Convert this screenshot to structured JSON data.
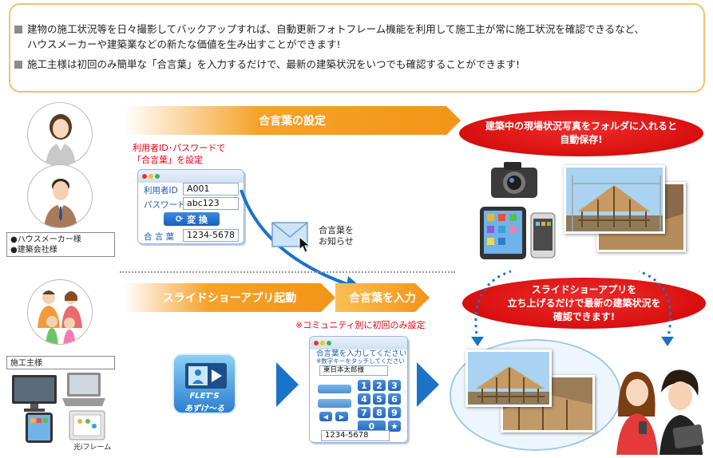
{
  "info": {
    "line1": "建物の施工状況等を日々撮影してバックアップすれば、自動更新フォトフレーム機能を利用して施工主が常に施工状況を確認できるなど、",
    "line2": "ハウスメーカーや建築業などの新たな価値を生み出すことができます!",
    "line3": "施工主様は初回のみ簡単な「合言葉」を入力するだけで、最新の建築状況をいつでも確認することができます!"
  },
  "top_flow": {
    "banner": "合言葉の設定",
    "setup_note_1": "利用者ID･パスワードで",
    "setup_note_2": "「合言葉」を設定",
    "login_panel": {
      "user_id_label": "利用者ID",
      "user_id_value": "A001",
      "password_label": "パスワード",
      "password_value": "abc123",
      "convert_button": "変 換",
      "passphrase_label": "合 言 葉",
      "passphrase_value": "1234-5678"
    },
    "mail_note_1": "合言葉を",
    "mail_note_2": "お知らせ",
    "auto_save_1": "建築中の現場状況写真をフォルダに入れると",
    "auto_save_2": "自動保存!"
  },
  "builders_label": {
    "line1": "●ハウスメーカー様",
    "line2": "●建築会社様"
  },
  "bottom_flow": {
    "banner_launch": "スライドショーアプリ起動",
    "banner_enter": "合言葉を入力",
    "first_time_note": "※コミュニティ別に初回のみ設定",
    "keypad_panel": {
      "title": "合言葉を入力してください",
      "subtitle": "※数字キーをタッチしてください",
      "name_value": "東日本太郎様",
      "keys": [
        "1",
        "2",
        "3",
        "4",
        "5",
        "6",
        "7",
        "8",
        "9",
        "0",
        "★"
      ],
      "entered_value": "1234-5678"
    },
    "app_name_1": "FLET'S",
    "app_name_2": "あずけ〜る",
    "slideshow_1": "スライドショーアプリを",
    "slideshow_2": "立ち上げるだけで最新の建築状況を",
    "slideshow_3": "確認できます!"
  },
  "owner_label": "施工主様",
  "device_label": "光iフレーム",
  "colors": {
    "banner_orange": "#f39418",
    "ellipse_red": "#d80f0f",
    "flow_blue": "#1a73c8",
    "box_border": "#f3c26a",
    "note_red": "#e60012"
  },
  "icons": [
    "woman-avatar-icon",
    "man-avatar-icon",
    "family-avatar-icon",
    "envelope-icon",
    "camera-icon",
    "tablet-icon",
    "smartphone-icon",
    "monitor-icon",
    "laptop-icon",
    "photo-frame-icon",
    "app-icon",
    "cursor-icon"
  ]
}
